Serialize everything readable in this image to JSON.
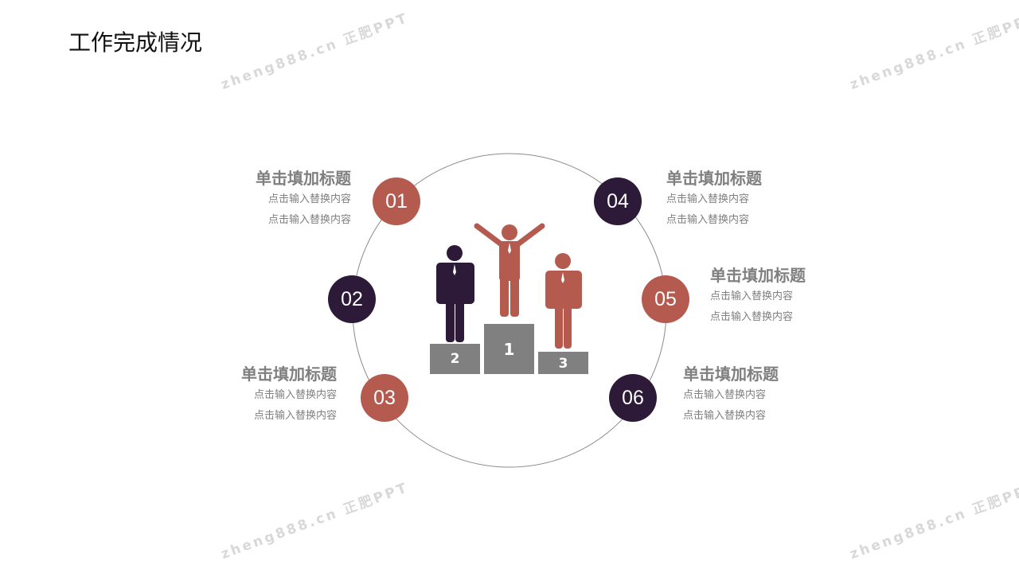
{
  "title": "工作完成情况",
  "watermark": "zheng888.cn 正肥PPT",
  "colors": {
    "red": "#b55a4e",
    "dark": "#2c1a38",
    "podium": "#808080",
    "text": "#7f7f7f"
  },
  "podium": {
    "first": "1",
    "second": "2",
    "third": "3"
  },
  "items": [
    {
      "num": "01",
      "title": "单击填加标题",
      "line1": "点击输入替换内容",
      "line2": "点击输入替换内容"
    },
    {
      "num": "02"
    },
    {
      "num": "03",
      "title": "单击填加标题",
      "line1": "点击输入替换内容",
      "line2": "点击输入替换内容"
    },
    {
      "num": "04",
      "title": "单击填加标题",
      "line1": "点击输入替换内容",
      "line2": "点击输入替换内容"
    },
    {
      "num": "05",
      "title": "单击填加标题",
      "line1": "点击输入替换内容",
      "line2": "点击输入替换内容"
    },
    {
      "num": "06",
      "title": "单击填加标题",
      "line1": "点击输入替换内容",
      "line2": "点击输入替换内容"
    }
  ]
}
